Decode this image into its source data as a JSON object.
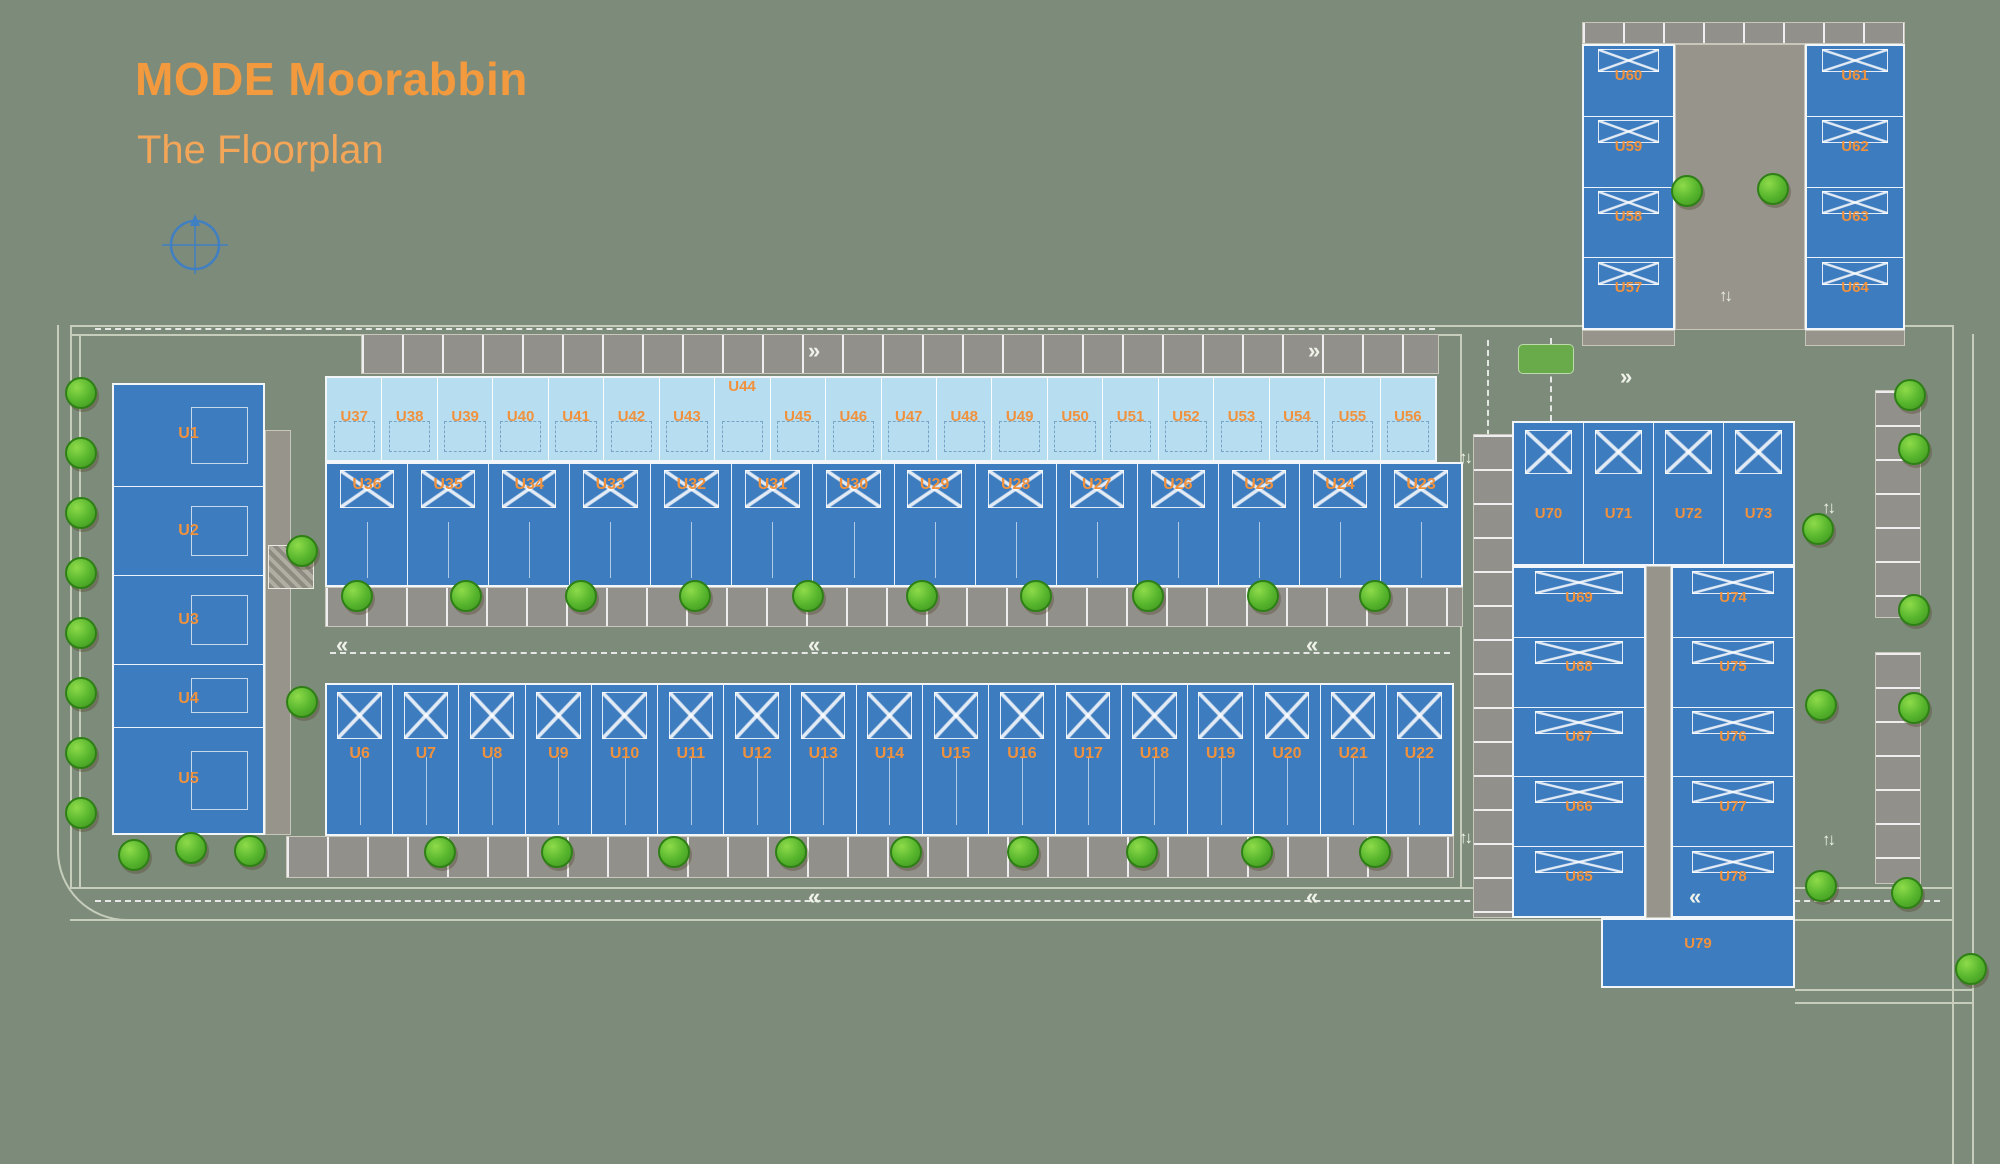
{
  "title": "MODE Moorabbin",
  "subtitle": "The Floorplan",
  "icons": {
    "up_down_arrow": "↑↓",
    "chevron_left": "«",
    "chevron_right": "»"
  },
  "colors": {
    "background": "#7d8b7a",
    "building_blue": "#3d7cbf",
    "building_light_blue": "#b7ddf0",
    "unit_label_orange": "#f0923d",
    "title_orange": "#f29a3d",
    "tree_green": "#55b42c",
    "parking_gray": "#92908a"
  },
  "units": {
    "left_column": [
      "U1",
      "U2",
      "U3",
      "U4",
      "U5"
    ],
    "top_strip": [
      "U37",
      "U38",
      "U39",
      "U40",
      "U41",
      "U42",
      "U43",
      "",
      "U45",
      "U46",
      "U47",
      "U48",
      "U49",
      "U50",
      "U51",
      "U52",
      "U53",
      "U54",
      "U55",
      "U56"
    ],
    "u44": "U44",
    "middle_row": [
      "U36",
      "U35",
      "U34",
      "U33",
      "U32",
      "U31",
      "U30",
      "U29",
      "U28",
      "U27",
      "U26",
      "U25",
      "U24",
      "U23"
    ],
    "bottom_row": [
      "U6",
      "U7",
      "U8",
      "U9",
      "U10",
      "U11",
      "U12",
      "U13",
      "U14",
      "U15",
      "U16",
      "U17",
      "U18",
      "U19",
      "U20",
      "U21",
      "U22"
    ],
    "northeast_left_column": [
      "U60",
      "U59",
      "U58",
      "U57"
    ],
    "northeast_right_column": [
      "U61",
      "U62",
      "U63",
      "U64"
    ],
    "east_top_row": [
      "U70",
      "U71",
      "U72",
      "U73"
    ],
    "east_left_column": [
      "U69",
      "U68",
      "U67",
      "U66",
      "U65"
    ],
    "east_right_column": [
      "U74",
      "U75",
      "U76",
      "U77",
      "U78"
    ],
    "east_bottom_unit": "U79"
  }
}
